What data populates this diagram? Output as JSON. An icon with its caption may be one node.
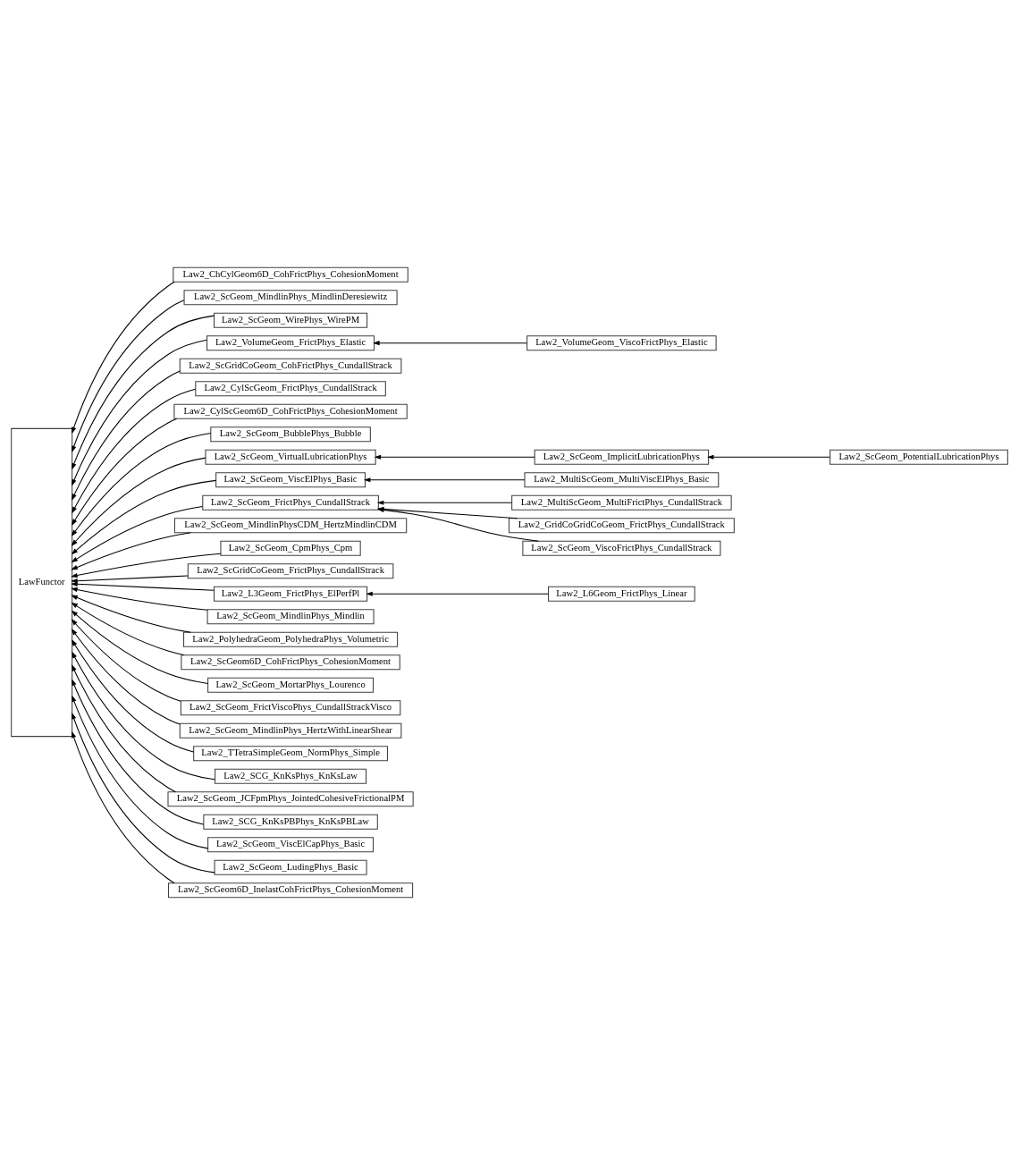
{
  "diagram": {
    "nodes": [
      {
        "text": [
          "LawFunctor"
        ]
      },
      {
        "text": [
          "Law2_ChCylGeom6D_CohFrictPhys_CohesionMoment"
        ]
      },
      {
        "text": [
          "Law2_ScGeom_MindlinPhys_MindlinDeresiewitz"
        ]
      },
      {
        "text": [
          "Law2_ScGeom_WirePhys_WirePM"
        ]
      },
      {
        "text": [
          "Law2_VolumeGeom_FrictPhys_Elastic"
        ]
      },
      {
        "text": [
          "Law2_ScGridCoGeom_CohFrictPhys_CundallStrack"
        ]
      },
      {
        "text": [
          "Law2_CylScGeom_FrictPhys_CundallStrack"
        ]
      },
      {
        "text": [
          "Law2_CylScGeom6D_CohFrictPhys_CohesionMoment"
        ]
      },
      {
        "text": [
          "Law2_ScGeom_BubblePhys_Bubble"
        ]
      },
      {
        "text": [
          "Law2_ScGeom_VirtualLubricationPhys"
        ]
      },
      {
        "text": [
          "Law2_ScGeom_ViscElPhys_Basic"
        ]
      },
      {
        "text": [
          "Law2_ScGeom_FrictPhys_CundallStrack"
        ]
      },
      {
        "text": [
          "Law2_ScGeom_MindlinPhysCDM_HertzMindlinCDM"
        ]
      },
      {
        "text": [
          "Law2_ScGeom_CpmPhys_Cpm"
        ]
      },
      {
        "text": [
          "Law2_ScGridCoGeom_FrictPhys_CundallStrack"
        ]
      },
      {
        "text": [
          "Law2_L3Geom_FrictPhys_ElPerfPl"
        ]
      },
      {
        "text": [
          "Law2_ScGeom_MindlinPhys_Mindlin"
        ]
      },
      {
        "text": [
          "Law2_PolyhedraGeom_PolyhedraPhys_Volumetric"
        ]
      },
      {
        "text": [
          "Law2_ScGeom6D_CohFrictPhys_CohesionMoment"
        ]
      },
      {
        "text": [
          "Law2_ScGeom_MortarPhys_Lourenco"
        ]
      },
      {
        "text": [
          "Law2_ScGeom_FrictViscoPhys_CundallStrackVisco"
        ]
      },
      {
        "text": [
          "Law2_ScGeom_MindlinPhys_HertzWithLinearShear"
        ]
      },
      {
        "text": [
          "Law2_TTetraSimpleGeom_NormPhys_Simple"
        ]
      },
      {
        "text": [
          "Law2_SCG_KnKsPhys_KnKsLaw"
        ]
      },
      {
        "text": [
          "Law2_ScGeom_JCFpmPhys_JointedCohesiveFrictionalPM"
        ]
      },
      {
        "text": [
          "Law2_SCG_KnKsPBPhys_KnKsPBLaw"
        ]
      },
      {
        "text": [
          "Law2_ScGeom_ViscElCapPhys_Basic"
        ]
      },
      {
        "text": [
          "Law2_ScGeom_LudingPhys_Basic"
        ]
      },
      {
        "text": [
          "Law2_ScGeom6D_InelastCohFrictPhys_CohesionMoment"
        ]
      },
      {
        "text": [
          "Law2_VolumeGeom_ViscoFrictPhys_Elastic"
        ]
      },
      {
        "text": [
          "Law2_ScGeom_ImplicitLubricationPhys"
        ]
      },
      {
        "text": [
          "Law2_ScGeom_PotentialLubricationPhys"
        ]
      },
      {
        "text": [
          "Law2_MultiScGeom_MultiViscElPhys_Basic"
        ]
      },
      {
        "text": [
          "Law2_MultiScGeom_MultiFrictPhys_CundallStrack"
        ]
      },
      {
        "text": [
          "Law2_GridCoGridCoGeom_FrictPhys_CundallStrack"
        ]
      },
      {
        "text": [
          "Law2_ScGeom_ViscoFrictPhys_CundallStrack"
        ]
      },
      {
        "text": [
          "Law2_L6Geom_FrictPhys_Linear"
        ]
      }
    ],
    "edges": [
      {
        "from": 1,
        "to": 0,
        "arrow": "to"
      },
      {
        "from": 2,
        "to": 0,
        "arrow": "to"
      },
      {
        "from": 3,
        "to": 0,
        "arrow": "to"
      },
      {
        "from": 4,
        "to": 0,
        "arrow": "to"
      },
      {
        "from": 5,
        "to": 0,
        "arrow": "to"
      },
      {
        "from": 6,
        "to": 0,
        "arrow": "to"
      },
      {
        "from": 7,
        "to": 0,
        "arrow": "to"
      },
      {
        "from": 8,
        "to": 0,
        "arrow": "to"
      },
      {
        "from": 9,
        "to": 0,
        "arrow": "to"
      },
      {
        "from": 10,
        "to": 0,
        "arrow": "to"
      },
      {
        "from": 11,
        "to": 0,
        "arrow": "to"
      },
      {
        "from": 12,
        "to": 0,
        "arrow": "to"
      },
      {
        "from": 13,
        "to": 0,
        "arrow": "to"
      },
      {
        "from": 14,
        "to": 0,
        "arrow": "to"
      },
      {
        "from": 15,
        "to": 0,
        "arrow": "to"
      },
      {
        "from": 16,
        "to": 0,
        "arrow": "to"
      },
      {
        "from": 17,
        "to": 0,
        "arrow": "to"
      },
      {
        "from": 18,
        "to": 0,
        "arrow": "to"
      },
      {
        "from": 19,
        "to": 0,
        "arrow": "to"
      },
      {
        "from": 20,
        "to": 0,
        "arrow": "to"
      },
      {
        "from": 21,
        "to": 0,
        "arrow": "to"
      },
      {
        "from": 22,
        "to": 0,
        "arrow": "to"
      },
      {
        "from": 23,
        "to": 0,
        "arrow": "to"
      },
      {
        "from": 24,
        "to": 0,
        "arrow": "to"
      },
      {
        "from": 25,
        "to": 0,
        "arrow": "to"
      },
      {
        "from": 26,
        "to": 0,
        "arrow": "to"
      },
      {
        "from": 27,
        "to": 0,
        "arrow": "to"
      },
      {
        "from": 28,
        "to": 0,
        "arrow": "to"
      },
      {
        "from": 29,
        "to": 4,
        "arrow": "to"
      },
      {
        "from": 30,
        "to": 9,
        "arrow": "to"
      },
      {
        "from": 31,
        "to": 30,
        "arrow": "to"
      },
      {
        "from": 32,
        "to": 10,
        "arrow": "to"
      },
      {
        "from": 33,
        "to": 11,
        "arrow": "to"
      },
      {
        "from": 34,
        "to": 11,
        "arrow": "to"
      },
      {
        "from": 35,
        "to": 11,
        "arrow": "to"
      },
      {
        "from": 36,
        "to": 15,
        "arrow": "to"
      }
    ]
  }
}
